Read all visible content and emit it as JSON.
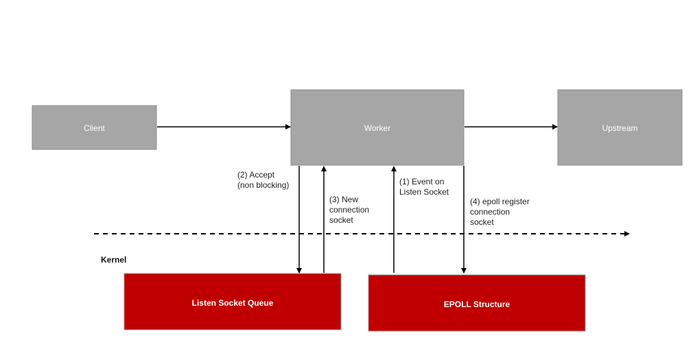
{
  "colors": {
    "user_box_fill": "#a6a6a6",
    "user_box_stroke": "#8c8c8c",
    "kernel_box_fill": "#c00000",
    "kernel_box_stroke": "#9a9a9a",
    "arrow": "#000000"
  },
  "nodes": {
    "client": "Client",
    "worker": "Worker",
    "upstream": "Upstream",
    "listen_queue": "Listen Socket Queue",
    "epoll": "EPOLL Structure"
  },
  "kernel_label": "Kernel",
  "edges": {
    "accept": [
      "(2) Accept",
      "(non blocking)"
    ],
    "new_conn": [
      "(3) New",
      "connection",
      "socket"
    ],
    "event": [
      "(1) Event on",
      "Listen Socket"
    ],
    "epoll_register": [
      "(4) epoll register",
      "connection",
      "socket"
    ]
  }
}
